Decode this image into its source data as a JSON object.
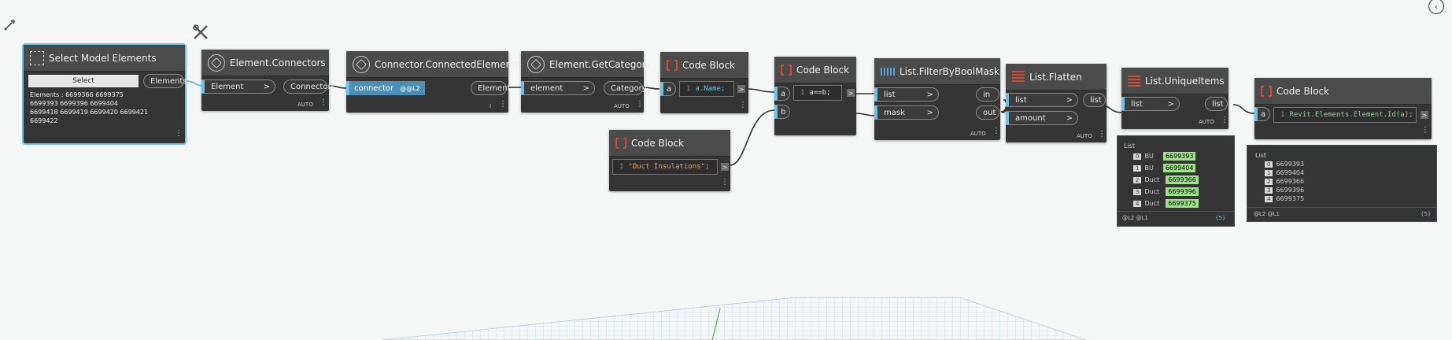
{
  "nodes": {
    "select_model": {
      "title": "Select Model Elements",
      "button": "Select",
      "output": "Elements",
      "info_lines": [
        "Elements : 6699366 6699375",
        "6699393 6699396 6699404",
        "6699418 6699419 6699420 6699421",
        "6699422"
      ]
    },
    "connectors": {
      "title": "Element.Connectors",
      "input": "Element",
      "output": "Connectors",
      "lacing": "AUTO"
    },
    "connected": {
      "title": "Connector.ConnectedElements",
      "input": "connector",
      "input_level": "@@L2",
      "output": "Element",
      "lacing": "I"
    },
    "category": {
      "title": "Element.GetCategory",
      "input": "element",
      "output": "Category",
      "lacing": "AUTO"
    },
    "code_name": {
      "title": "Code Block",
      "input": "a",
      "line_no": "1",
      "code_prop": "a.Name;",
      "out": ">"
    },
    "code_eq": {
      "title": "Code Block",
      "in_a": "a",
      "in_b": "b",
      "line_no": "1",
      "code": "a==b;",
      "out": ">"
    },
    "code_duct": {
      "title": "Code Block",
      "line_no": "1",
      "code_str": "\"Duct Insulations\";",
      "out": ">"
    },
    "filter": {
      "title": "List.FilterByBoolMask",
      "in_list": "list",
      "in_mask": "mask",
      "out_in": "in",
      "out_out": "out",
      "lacing": "AUTO"
    },
    "flatten": {
      "title": "List.Flatten",
      "in_list": "list",
      "in_amount": "amount",
      "output": "list",
      "lacing": "AUTO"
    },
    "unique": {
      "title": "List.UniqueItems",
      "input": "list",
      "output": "list",
      "lacing": "AUTO"
    },
    "code_id": {
      "title": "Code Block",
      "input": "a",
      "line_no": "1",
      "code": "Revit.Elements.Element.Id(a);",
      "out": ">"
    }
  },
  "watch_unique": {
    "header": "List",
    "rows": [
      {
        "idx": "0",
        "label": "BU",
        "value": "6699393"
      },
      {
        "idx": "1",
        "label": "BU",
        "value": "6699404"
      },
      {
        "idx": "2",
        "label": "Duct",
        "value": "6699366"
      },
      {
        "idx": "3",
        "label": "Duct",
        "value": "6699396"
      },
      {
        "idx": "4",
        "label": "Duct",
        "value": "6699375"
      }
    ],
    "levels": "@L2 @L1",
    "count": "{5}"
  },
  "watch_ids": {
    "header": "List",
    "rows": [
      {
        "idx": "0",
        "value": "6699393"
      },
      {
        "idx": "1",
        "value": "6699404"
      },
      {
        "idx": "2",
        "value": "6699366"
      },
      {
        "idx": "3",
        "value": "6699396"
      },
      {
        "idx": "4",
        "value": "6699375"
      }
    ],
    "levels": "@L2 @L1",
    "count": "{5}"
  },
  "icons": [
    "eyedropper-icon",
    "tools-icon",
    "collapse-panel-icon"
  ],
  "colors": {
    "selection": "#6ac0e7",
    "node_body": "#353535",
    "node_header": "#4b4b4b",
    "value_highlight": "#9ee28a"
  }
}
